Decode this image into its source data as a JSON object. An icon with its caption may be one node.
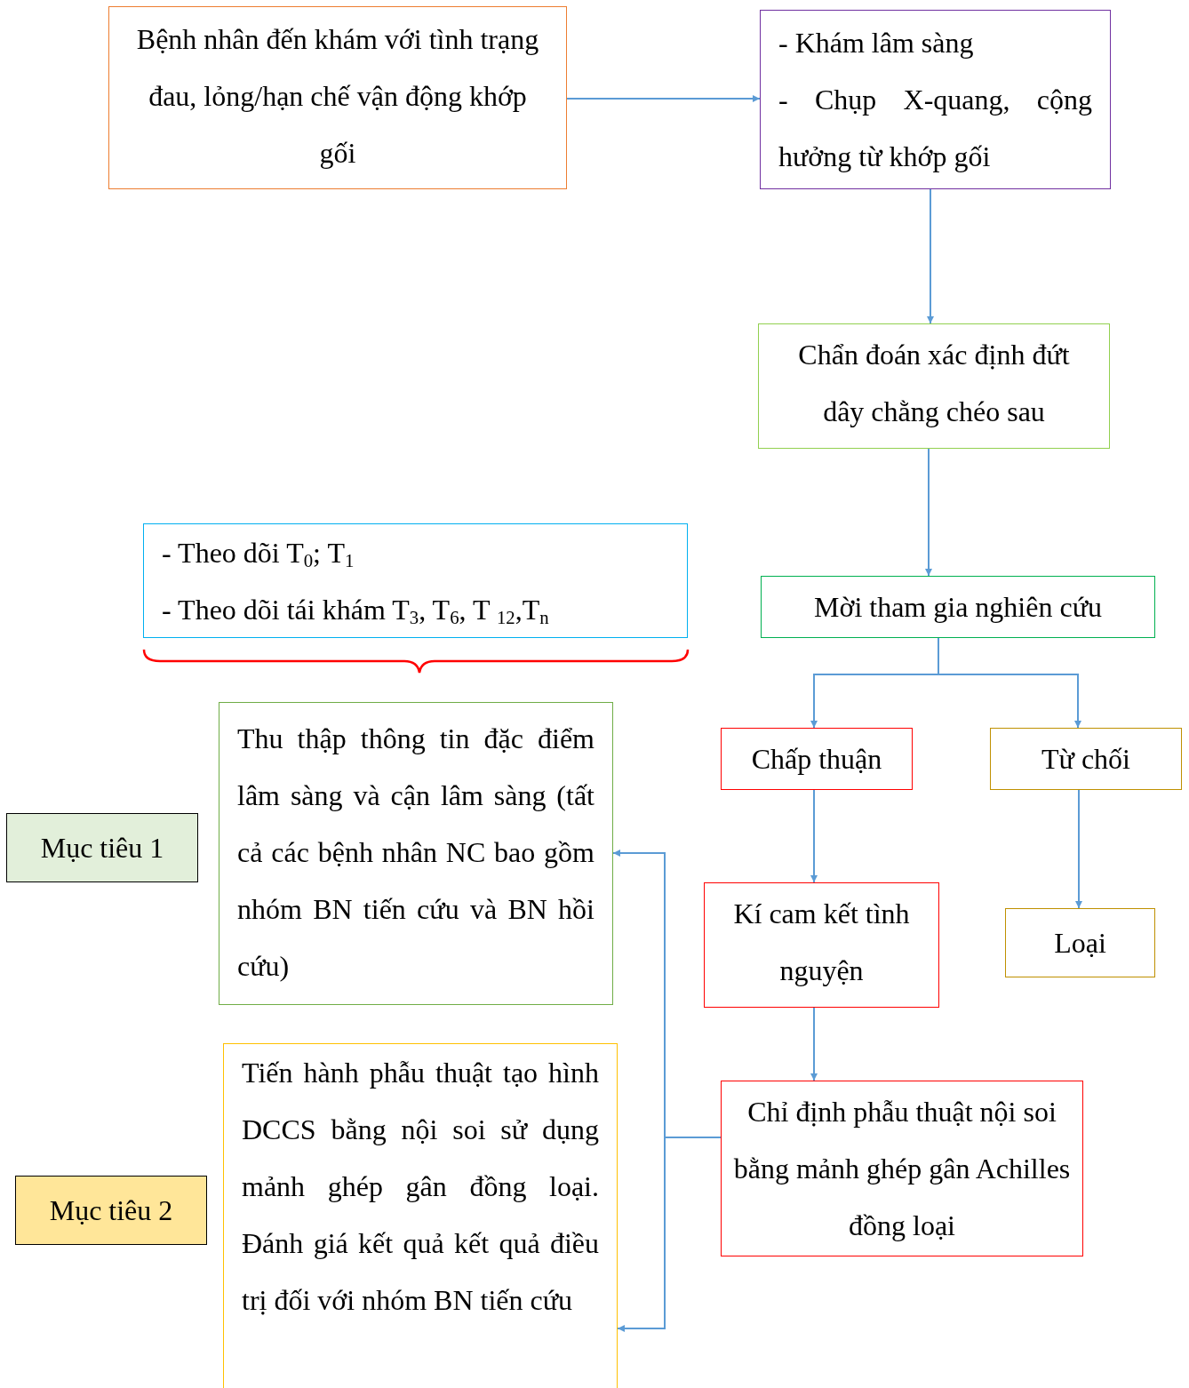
{
  "diagram": {
    "nodes": [
      {
        "text": [
          "Bệnh nhân đến khám với tình trạng đau, lỏng/hạn chế vận động khớp gối"
        ]
      },
      {
        "text": [
          "- Khám lâm sàng",
          "- Chụp X-quang, cộng hưởng từ khớp gối"
        ]
      },
      {
        "text": [
          "Chẩn đoán xác định đứt dây chằng chéo sau"
        ]
      },
      {
        "text": [
          "Mời tham gia nghiên cứu"
        ]
      },
      {
        "text": [
          "Chấp thuận"
        ]
      },
      {
        "text": [
          "Từ chối"
        ]
      },
      {
        "text": [
          "Kí cam kết tình nguyện"
        ]
      },
      {
        "text": [
          "Loại"
        ]
      },
      {
        "text": [
          "Chỉ định phẫu thuật nội soi bằng mảnh ghép gân Achilles đồng loại"
        ]
      },
      {
        "text": [
          "- Theo dõi T$_{0}$; T$_{1}$",
          "- Theo dõi tái khám T$_{3}$, T$_{6}$, T $_{12}$,T$_{n}$"
        ]
      },
      {
        "text": [
          "Mục tiêu 1"
        ]
      },
      {
        "text": [
          "Thu thập thông tin đặc điểm lâm sàng và cận lâm sàng (tất cả các bệnh nhân NC bao gồm nhóm BN tiến cứu và BN hồi cứu)"
        ]
      },
      {
        "text": [
          "Mục tiêu 2"
        ]
      },
      {
        "text": [
          "Tiến hành phẫu thuật tạo hình DCCS bằng nội soi sử dụng mảnh ghép gân đồng loại. Đánh giá kết quả kết quả điều trị đối với nhóm BN tiến cứu"
        ]
      }
    ],
    "edges": [
      {
        "from": 0,
        "to": 1,
        "arrow": "to"
      },
      {
        "from": 1,
        "to": 2,
        "arrow": "to"
      },
      {
        "from": 2,
        "to": 3,
        "arrow": "to"
      },
      {
        "from": 3,
        "to": 4,
        "arrow": "to"
      },
      {
        "from": 3,
        "to": 5,
        "arrow": "to"
      },
      {
        "from": 4,
        "to": 6,
        "arrow": "to"
      },
      {
        "from": 5,
        "to": 7,
        "arrow": "to"
      },
      {
        "from": 6,
        "to": 8,
        "arrow": "to"
      },
      {
        "from": 8,
        "to": 11,
        "arrow": "to"
      },
      {
        "from": 8,
        "to": 13,
        "arrow": "to"
      }
    ]
  }
}
